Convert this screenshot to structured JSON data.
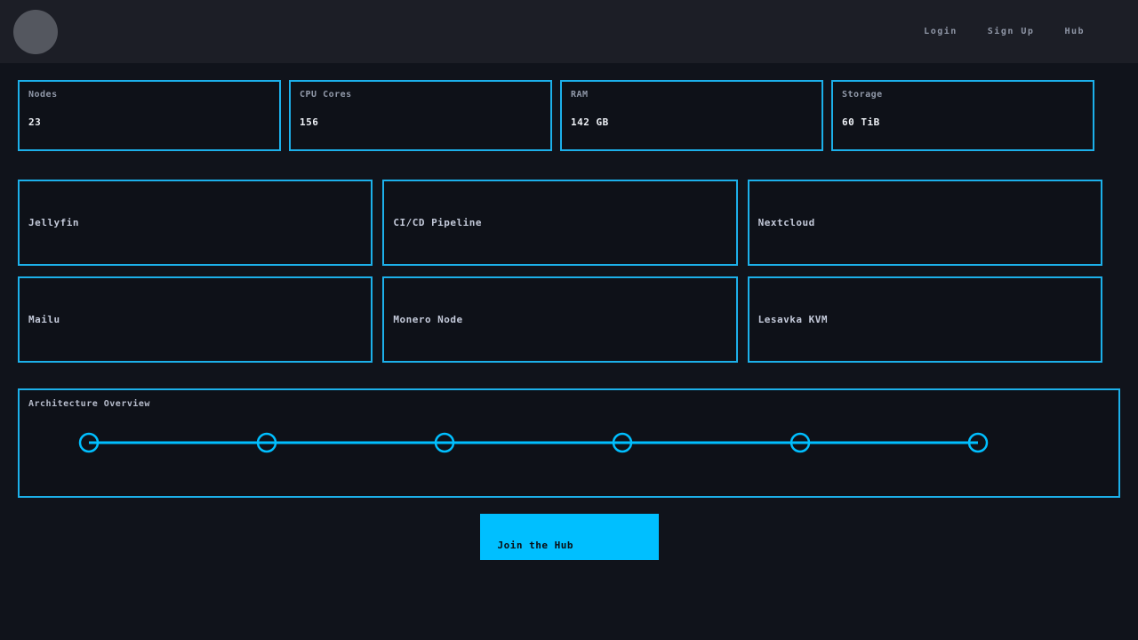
{
  "navbar": {
    "links": [
      {
        "label": "Login"
      },
      {
        "label": "Sign Up"
      },
      {
        "label": "Hub"
      }
    ]
  },
  "stats": [
    {
      "label": "Nodes",
      "value": "23"
    },
    {
      "label": "CPU Cores",
      "value": "156"
    },
    {
      "label": "RAM",
      "value": "142 GB"
    },
    {
      "label": "Storage",
      "value": "60 TiB"
    }
  ],
  "services": [
    {
      "label": "Jellyfin"
    },
    {
      "label": "CI/CD Pipeline"
    },
    {
      "label": "Nextcloud"
    },
    {
      "label": "Mailu"
    },
    {
      "label": "Monero Node"
    },
    {
      "label": "Lesavka KVM"
    }
  ],
  "architecture": {
    "title": "Architecture Overview",
    "node_count": 6
  },
  "cta": {
    "label": "Join the Hub"
  },
  "colors": {
    "accent_border": "#1cb0ea",
    "accent_bright": "#00bfff",
    "page_bg": "#10131b",
    "navbar_bg": "#1c1e26",
    "card_bg": "#0e1118"
  }
}
